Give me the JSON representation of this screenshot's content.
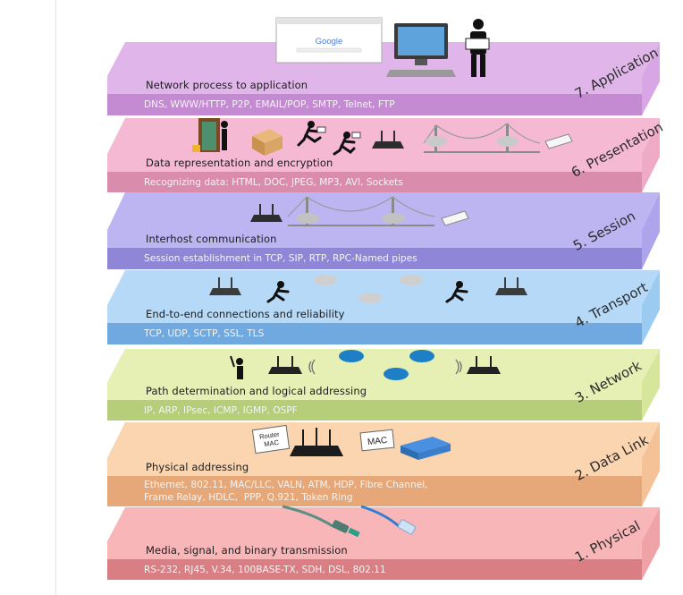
{
  "layers": [
    {
      "name": "7. Application",
      "description": "Network process to application",
      "protocols": "DNS, WWW/HTTP, P2P, EMAIL/POP, SMTP, Telnet, FTP",
      "colors": {
        "top": "#e0b6ea",
        "front": "#c48bd2",
        "side": "#d8a6e4"
      }
    },
    {
      "name": "6. Presentation",
      "description": "Data representation and encryption",
      "protocols": "Recognizing data: HTML, DOC, JPEG, MP3, AVI, Sockets",
      "colors": {
        "top": "#f6b9d3",
        "front": "#d98cab",
        "side": "#efaac6"
      }
    },
    {
      "name": "5. Session",
      "description": "Interhost communication",
      "protocols": "Session establishment in TCP, SIP, RTP, RPC-Named pipes",
      "colors": {
        "top": "#bdb4f2",
        "front": "#8f86d8",
        "side": "#ada4ec"
      }
    },
    {
      "name": "4. Transport",
      "description": "End-to-end connections and reliability",
      "protocols": "TCP, UDP, SCTP, SSL, TLS",
      "colors": {
        "top": "#b5d9f7",
        "front": "#6fa9df",
        "side": "#9ccbf2"
      }
    },
    {
      "name": "3. Network",
      "description": "Path determination and logical addressing",
      "protocols": "IP, ARP, IPsec, ICMP, IGMP, OSPF",
      "colors": {
        "top": "#e6f0b4",
        "front": "#b6cd79",
        "side": "#d6e79b"
      }
    },
    {
      "name": "2. Data Link",
      "description": "Physical addressing",
      "protocols": "Ethernet, 802.11, MAC/LLC, VALN, ATM, HDP, Fibre Channel,\nFrame Relay, HDLC,  PPP, Q.921, Token Ring",
      "colors": {
        "top": "#fbd4b0",
        "front": "#e6a878",
        "side": "#f5c196"
      }
    },
    {
      "name": "1. Physical",
      "description": "Media, signal, and binary transmission",
      "protocols": "RS-232, RJ45, V.34, 100BASE-TX, SDH, DSL, 802.11",
      "colors": {
        "top": "#f9b6b8",
        "front": "#d97f84",
        "side": "#f0a3a6"
      }
    }
  ],
  "illustrations": {
    "browser_logo": "Google",
    "router_tag": "Router\nMAC",
    "mac_tag": "MAC"
  }
}
